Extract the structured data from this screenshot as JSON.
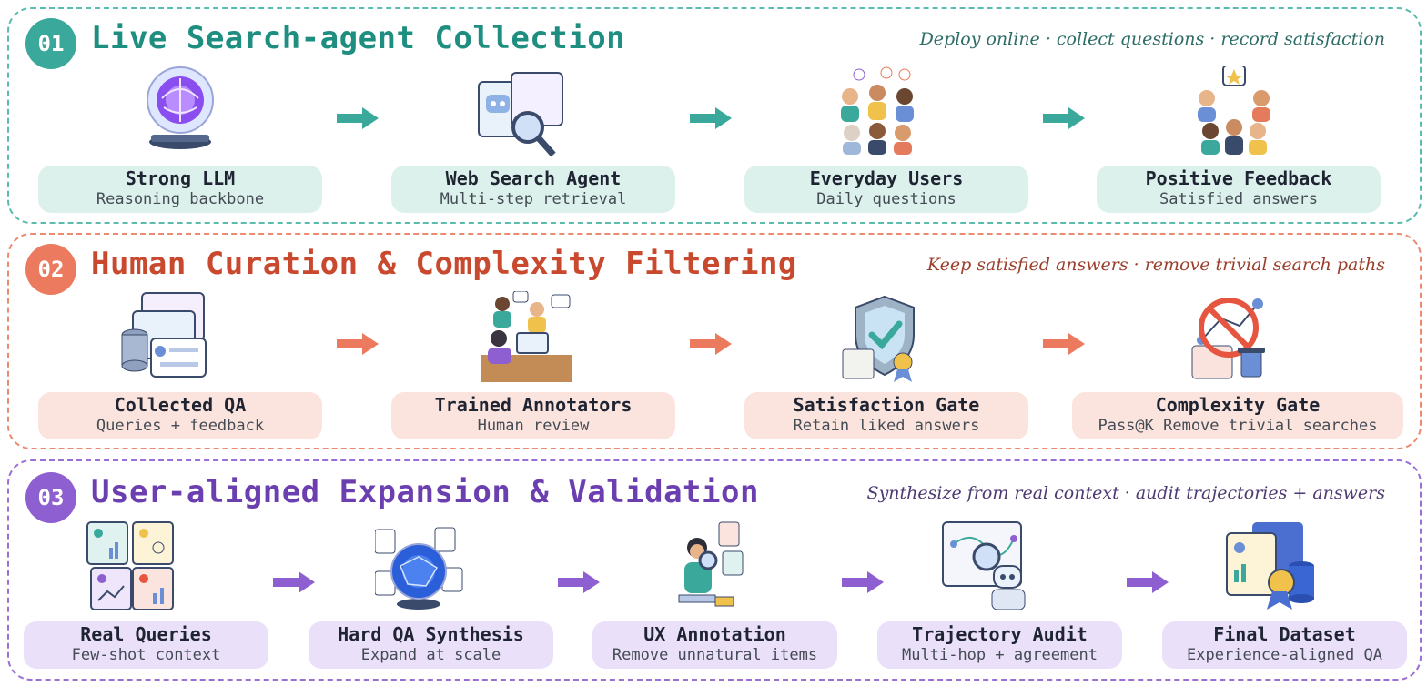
{
  "colors": {
    "teal": "#3aa99b",
    "orange": "#ec7a5f",
    "purple": "#8e5fd1"
  },
  "stages": [
    {
      "number": "01",
      "title": "Live Search-agent Collection",
      "subtitle": "Deploy online · collect questions · record satisfaction",
      "steps": [
        {
          "title": "Strong LLM",
          "sub": "Reasoning backbone",
          "icon": "glowing-brain-icon"
        },
        {
          "title": "Web Search Agent",
          "sub": "Multi-step retrieval",
          "icon": "web-search-agent-icon"
        },
        {
          "title": "Everyday Users",
          "sub": "Daily questions",
          "icon": "user-group-icon"
        },
        {
          "title": "Positive Feedback",
          "sub": "Satisfied answers",
          "icon": "happy-users-icon"
        }
      ]
    },
    {
      "number": "02",
      "title": "Human Curation & Complexity Filtering",
      "subtitle": "Keep satisfied answers · remove trivial search paths",
      "steps": [
        {
          "title": "Collected QA",
          "sub": "Queries + feedback",
          "icon": "qa-database-icon"
        },
        {
          "title": "Trained Annotators",
          "sub": "Human review",
          "icon": "annotators-icon"
        },
        {
          "title": "Satisfaction Gate",
          "sub": "Retain liked answers",
          "icon": "shield-check-icon"
        },
        {
          "title": "Complexity Gate",
          "sub": "Pass@K Remove trivial searches",
          "icon": "no-path-icon"
        }
      ]
    },
    {
      "number": "03",
      "title": "User-aligned Expansion & Validation",
      "subtitle": "Synthesize from real context · audit trajectories + answers",
      "steps": [
        {
          "title": "Real Queries",
          "sub": "Few-shot context",
          "icon": "query-cards-icon"
        },
        {
          "title": "Hard QA Synthesis",
          "sub": "Expand at scale",
          "icon": "synthesis-orb-icon"
        },
        {
          "title": "UX Annotation",
          "sub": "Remove unnatural items",
          "icon": "magnifier-annotator-icon"
        },
        {
          "title": "Trajectory Audit",
          "sub": "Multi-hop + agreement",
          "icon": "robot-audit-icon"
        },
        {
          "title": "Final Dataset",
          "sub": "Experience-aligned QA",
          "icon": "dataset-medal-icon"
        }
      ]
    }
  ]
}
